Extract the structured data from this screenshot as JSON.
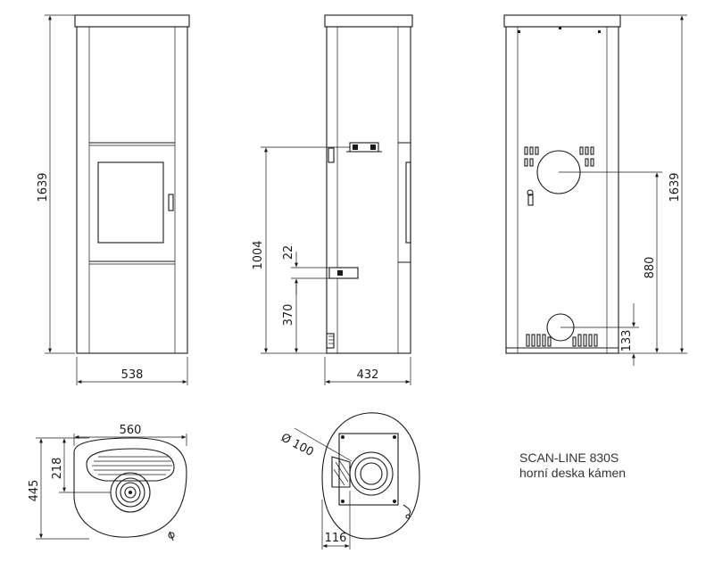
{
  "caption": {
    "model": "SCAN-LINE 830S",
    "subtitle": "horní deska kámen"
  },
  "dimensions": {
    "front_height": "1639",
    "front_width": "538",
    "side_height": "1004",
    "side_top_gap": "22",
    "side_lower_height": "370",
    "side_width": "432",
    "back_height": "1639",
    "back_flue_height": "880",
    "back_lower_flue_height": "133",
    "top_width": "560",
    "top_depth": "445",
    "top_offset": "218",
    "base_diameter": "Ø 100",
    "base_offset": "116"
  },
  "colors": {
    "line": "#1a1a1a",
    "background": "#ffffff"
  }
}
